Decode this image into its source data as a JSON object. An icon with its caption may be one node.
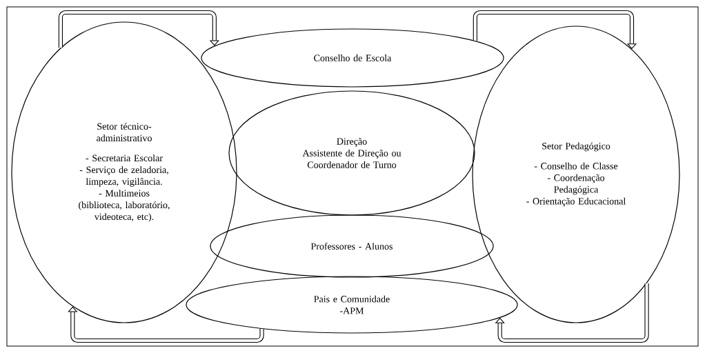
{
  "diagram": {
    "nodes": [
      {
        "text": [
          "Setor técnico-administrativo",
          "- Secretaria Escolar",
          "- Serviço de zeladoria, limpeza, vigilância.",
          "- Multimeios (biblioteca, laboratório, videoteca, etc)."
        ]
      },
      {
        "text": [
          "Conselho de Escola"
        ]
      },
      {
        "text": [
          "Setor Pedagógico",
          "- Conselho de Classe",
          "- Coordenação Pedagógica",
          "- Orientação Educacional"
        ]
      },
      {
        "text": [
          "Direção",
          "Assistente de Direção ou Coordenador de Turno"
        ]
      },
      {
        "text": [
          "Professores - Alunos"
        ]
      },
      {
        "text": [
          "Pais e Comunidade",
          "-APM"
        ]
      }
    ],
    "edges": [
      {
        "from": 0,
        "to": 1,
        "arrow": "to"
      },
      {
        "from": 1,
        "to": 2,
        "arrow": "to"
      },
      {
        "from": 2,
        "to": 5,
        "arrow": "to"
      },
      {
        "from": 5,
        "to": 0,
        "arrow": "to"
      }
    ]
  }
}
